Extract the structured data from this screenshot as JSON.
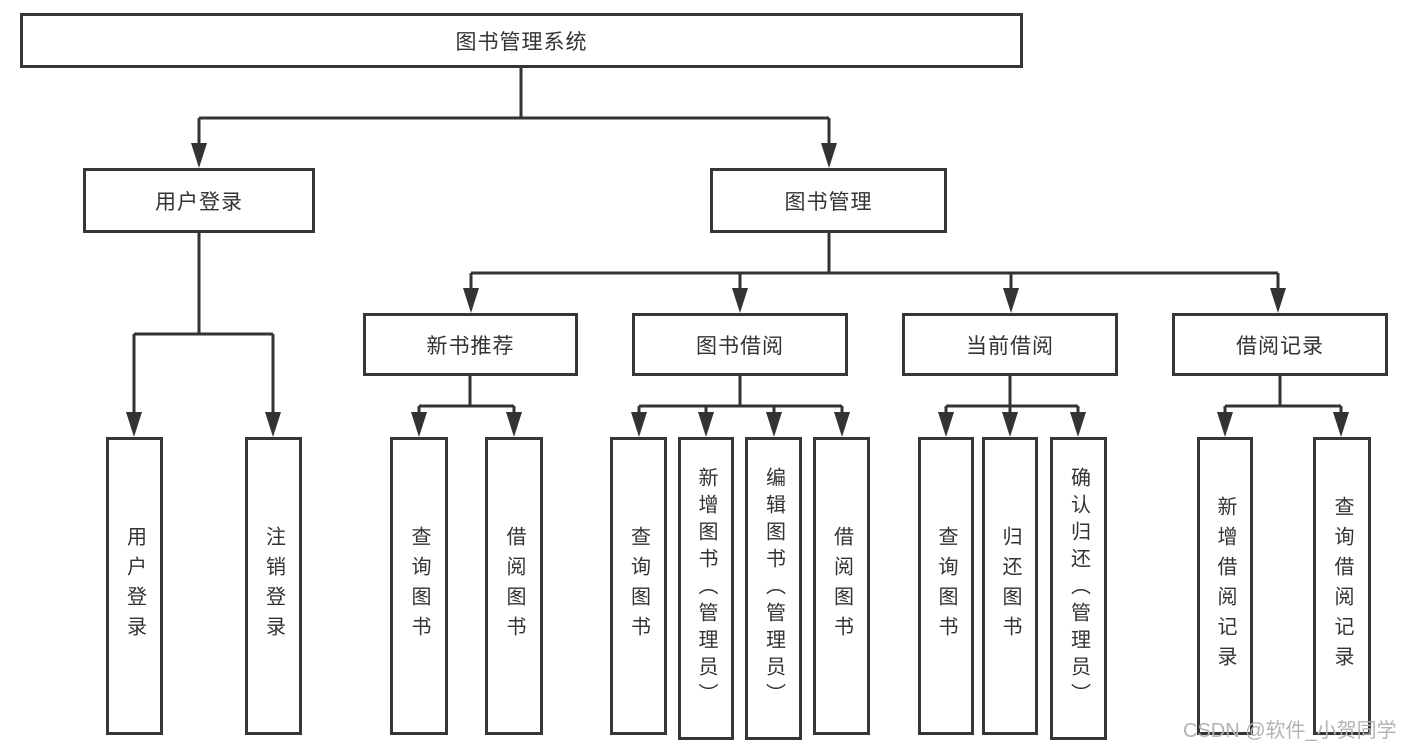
{
  "diagram": {
    "title": "图书管理系统",
    "watermark": "CSDN @软件_小贺同学",
    "colors": {
      "line": "#333333",
      "text": "#333333",
      "box_background": "#ffffff",
      "watermark": "#b3b3b3"
    }
  },
  "nodes": {
    "root": {
      "label": "图书管理系统"
    },
    "level2": [
      {
        "label": "用户登录"
      },
      {
        "label": "图书管理"
      }
    ],
    "level3": [
      {
        "label": "新书推荐"
      },
      {
        "label": "图书借阅"
      },
      {
        "label": "当前借阅"
      },
      {
        "label": "借阅记录"
      }
    ],
    "leaves": [
      {
        "label": "用户登录"
      },
      {
        "label": "注销登录"
      },
      {
        "label": "查询图书"
      },
      {
        "label": "借阅图书"
      },
      {
        "label": "查询图书"
      },
      {
        "label": "新增图书（管理员）"
      },
      {
        "label": "编辑图书（管理员）"
      },
      {
        "label": "借阅图书"
      },
      {
        "label": "查询图书"
      },
      {
        "label": "归还图书"
      },
      {
        "label": "确认归还（管理员）"
      },
      {
        "label": "新增借阅记录"
      },
      {
        "label": "查询借阅记录"
      }
    ]
  }
}
